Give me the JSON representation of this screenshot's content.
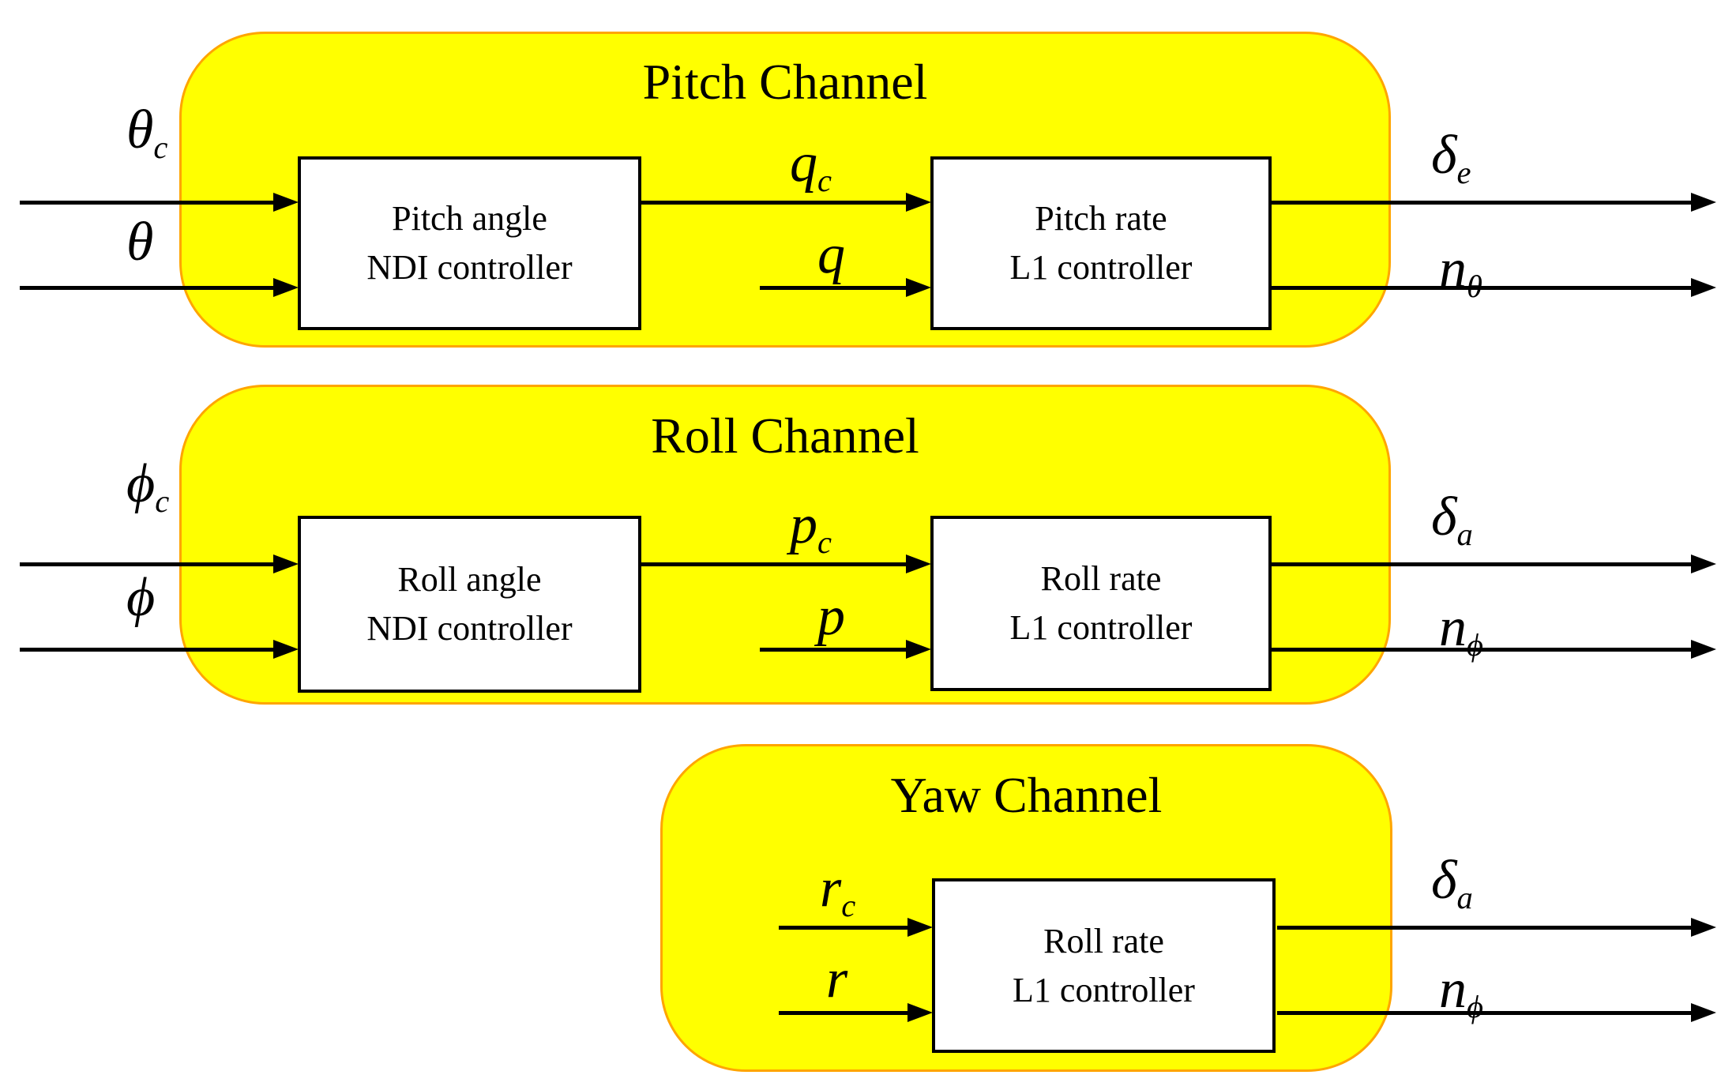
{
  "figure": {
    "type": "block-diagram",
    "background": "#FFFFFF"
  },
  "colors": {
    "channel_fill": "#FFFF00",
    "channel_border": "#FFA500",
    "box_fill": "#FFFFFF",
    "box_border": "#000000",
    "arrow": "#000000",
    "text": "#000000"
  },
  "channels": [
    {
      "title": "Pitch Channel",
      "boxes": [
        {
          "line1": "Pitch angle",
          "line2": "NDI controller"
        },
        {
          "line1": "Pitch rate",
          "line2": "L1 controller"
        }
      ],
      "labels": {
        "input1": {
          "base": "θ",
          "sub": "c"
        },
        "input2": {
          "base": "θ",
          "sub": ""
        },
        "mid1": {
          "base": "q",
          "sub": "c"
        },
        "mid2": {
          "base": "q",
          "sub": ""
        },
        "output1": {
          "base": "δ",
          "sub": "e"
        },
        "output2": {
          "base": "n",
          "sub": "θ"
        }
      }
    },
    {
      "title": "Roll Channel",
      "boxes": [
        {
          "line1": "Roll angle",
          "line2": "NDI controller"
        },
        {
          "line1": "Roll rate",
          "line2": "L1 controller"
        }
      ],
      "labels": {
        "input1": {
          "base": "ϕ",
          "sub": "c"
        },
        "input2": {
          "base": "ϕ",
          "sub": ""
        },
        "mid1": {
          "base": "p",
          "sub": "c"
        },
        "mid2": {
          "base": "p",
          "sub": ""
        },
        "output1": {
          "base": "δ",
          "sub": "a"
        },
        "output2": {
          "base": "n",
          "sub": "ϕ"
        }
      }
    },
    {
      "title": "Yaw Channel",
      "boxes": [
        {
          "line1": "Roll rate",
          "line2": "L1 controller"
        }
      ],
      "labels": {
        "input1": {
          "base": "r",
          "sub": "c"
        },
        "input2": {
          "base": "r",
          "sub": ""
        },
        "output1": {
          "base": "δ",
          "sub": "a"
        },
        "output2": {
          "base": "n",
          "sub": "ϕ"
        }
      }
    }
  ]
}
